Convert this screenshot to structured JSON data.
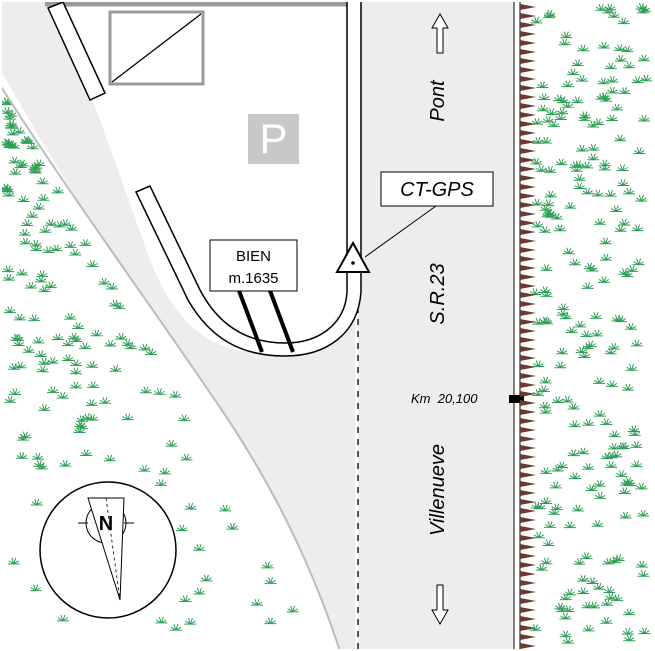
{
  "map": {
    "parking_symbol": "P",
    "benchmark": {
      "line1": "BIEN",
      "line2": "m.1635"
    },
    "control_point": {
      "label": "CT-GPS",
      "icon": "triangle-with-dot"
    },
    "road": {
      "name": "S.R.23",
      "north_destination": "Pont",
      "south_destination": "Villenueve",
      "kilometer_marker": "Km  20,100"
    },
    "north_arrow_letter": "N",
    "colors": {
      "grass": "#2e9e55",
      "road": "#ededed",
      "parking_lot": "#ffffff",
      "fence_post": "#6b3a2a",
      "parking_sign": "#c8c8c8",
      "outline": "#9a9a9a"
    }
  }
}
